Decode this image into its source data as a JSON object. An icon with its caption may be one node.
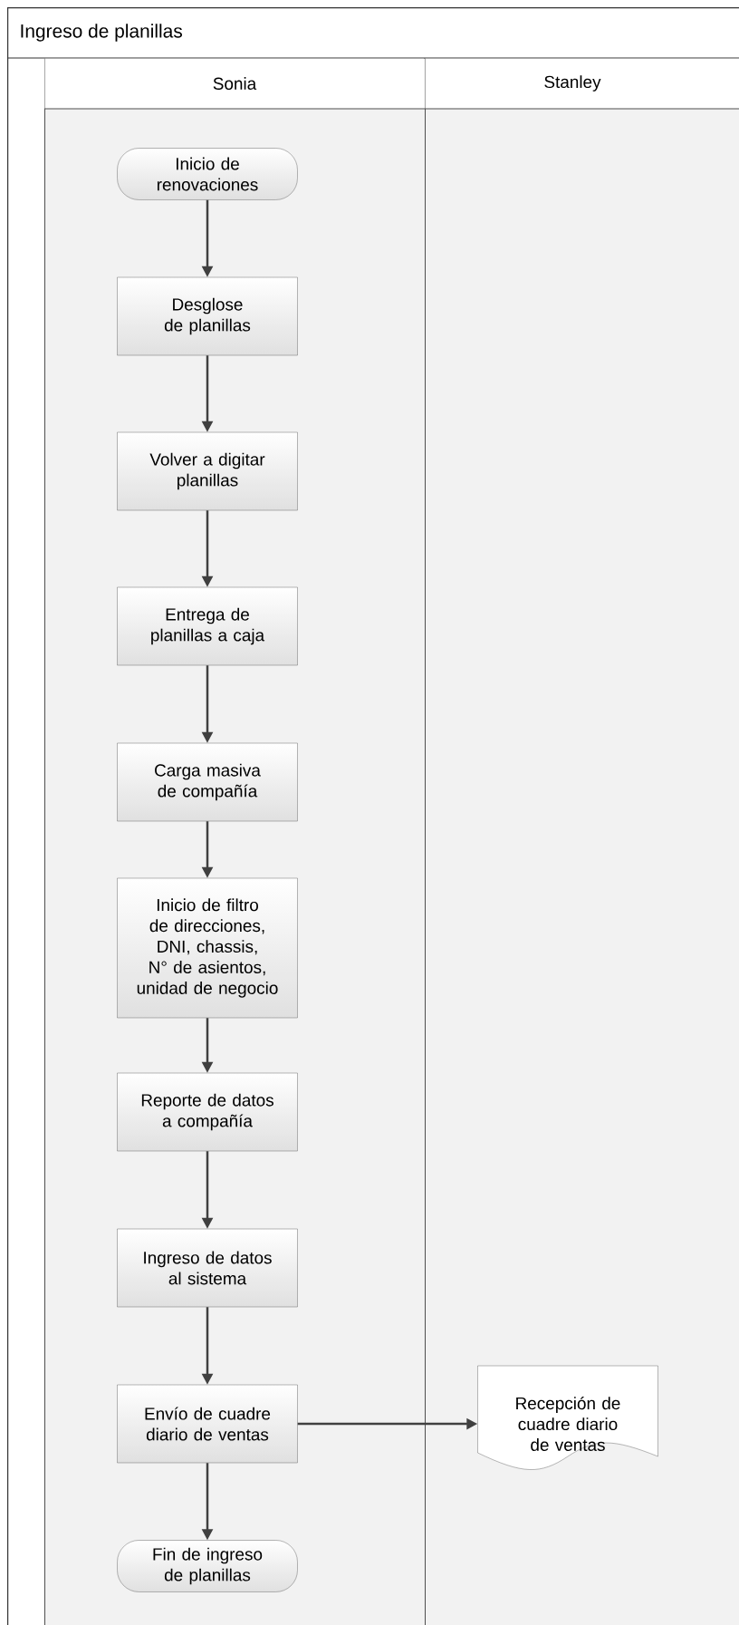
{
  "diagram": {
    "nodes": [
      {
        "text": [
          "Ingreso de planillas"
        ]
      },
      {
        "text": [
          "Sonia"
        ],
        "in": 0
      },
      {
        "text": [
          "Stanley"
        ],
        "in": 0
      },
      {
        "text": [
          "Inicio de renovaciones"
        ],
        "in": 1
      },
      {
        "text": [
          "Desglose de planillas"
        ],
        "in": 1
      },
      {
        "text": [
          "Volver a digitar planillas"
        ],
        "in": 1
      },
      {
        "text": [
          "Entrega de planillas a caja"
        ],
        "in": 1
      },
      {
        "text": [
          "Carga masiva de compañía"
        ],
        "in": 1
      },
      {
        "text": [
          "Inicio de filtro de direcciones, DNI, chassis, N° de asientos, unidad de negocio"
        ],
        "in": 1
      },
      {
        "text": [
          "Reporte de datos a compañía"
        ],
        "in": 1
      },
      {
        "text": [
          "Ingreso de datos al sistema"
        ],
        "in": 1
      },
      {
        "text": [
          "Envío de cuadre diario de ventas"
        ],
        "in": 1
      },
      {
        "text": [
          "Recepción de cuadre diario de ventas"
        ],
        "in": 2
      },
      {
        "text": [
          "Fin de ingreso de planillas"
        ],
        "in": 1
      }
    ],
    "edges": [
      {
        "from": 3,
        "to": 4,
        "arrow": "to"
      },
      {
        "from": 4,
        "to": 5,
        "arrow": "to"
      },
      {
        "from": 5,
        "to": 6,
        "arrow": "to"
      },
      {
        "from": 6,
        "to": 7,
        "arrow": "to"
      },
      {
        "from": 7,
        "to": 8,
        "arrow": "to"
      },
      {
        "from": 8,
        "to": 9,
        "arrow": "to"
      },
      {
        "from": 9,
        "to": 10,
        "arrow": "to"
      },
      {
        "from": 10,
        "to": 11,
        "arrow": "to"
      },
      {
        "from": 11,
        "to": 12,
        "arrow": "to"
      },
      {
        "from": 11,
        "to": 13,
        "arrow": "to"
      }
    ]
  }
}
